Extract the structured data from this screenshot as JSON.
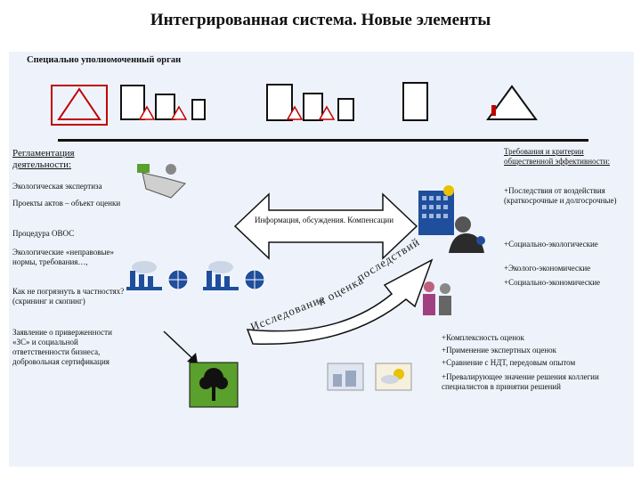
{
  "header": {
    "title": "Интегрированная система. Новые элементы",
    "subtitle": "Специально уполномоченный орган"
  },
  "left_column": {
    "regulation_title": "Регламентация деятельности:",
    "items": [
      "Экологическая экспертиза",
      "Проекты актов – объект оценки",
      "Процедура ОВОС",
      "Экологические «неправовые» нормы, требования…,",
      "Как не погрязнуть в частностях? (скрининг и скопинг)",
      "Заявление о приверженности «ЗС» и социальной ответственности бизнеса, добровольная сертификация"
    ]
  },
  "center": {
    "info_label": "Информация, обсуждения. Компенсации",
    "arc_words": [
      "Исследование",
      "и оценка",
      "последствий"
    ]
  },
  "right_column": {
    "requirements_title": "Требования и критерии общественной эффективности:",
    "items": [
      "+Последствия от воздействия (краткосрочные и долгосрочные)",
      "+Социально-экологические",
      "+Эколого-экономические",
      "+Социально-экономические"
    ]
  },
  "bottom_right": {
    "items": [
      "+Комплексность оценок",
      "+Применение экспертных оценок",
      "+Сравнение с НДТ, передовым опытом",
      "+Превалирующее значение решения коллегии специалистов в принятии решений"
    ]
  },
  "colors": {
    "panel": "#eef3fb",
    "triangle": "#c00000",
    "factory": "#1f4e9c",
    "arrow": "#ffffff"
  }
}
